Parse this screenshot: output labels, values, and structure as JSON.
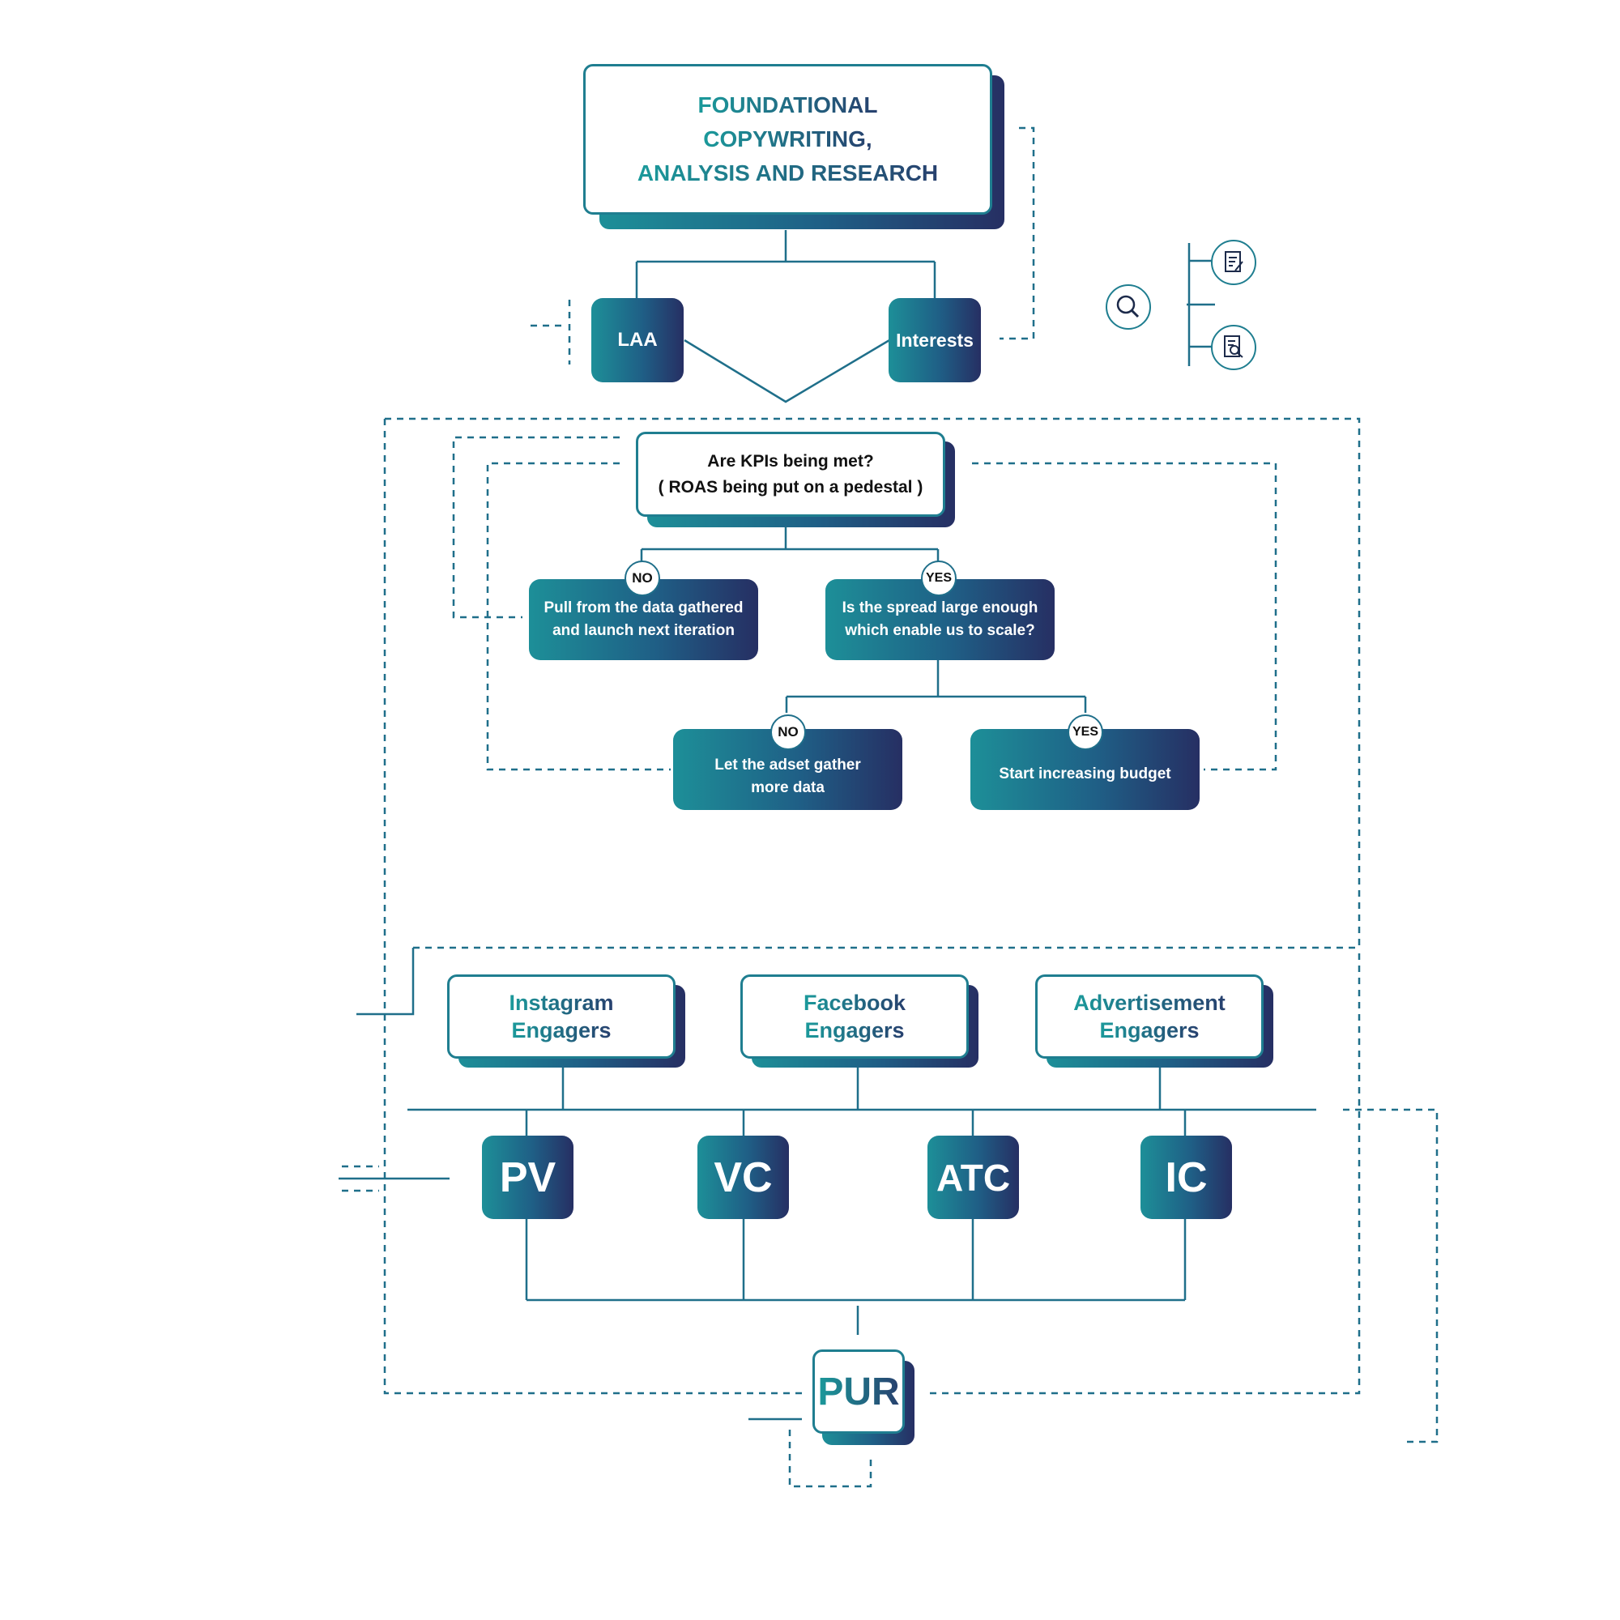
{
  "top": {
    "line1": "FOUNDATIONAL",
    "line2": "COPYWRITING,",
    "line3": "ANALYSIS AND RESEARCH"
  },
  "audiences": {
    "laa": "LAA",
    "interests": "Interests"
  },
  "kpi": {
    "line1": "Are KPIs being met?",
    "line2": "( ROAS being put on a pedestal )"
  },
  "branch1": {
    "no_badge": "NO",
    "no_line1": "Pull from the data gathered",
    "no_line2": "and launch next iteration",
    "yes_badge": "YES",
    "yes_line1": "Is the spread large enough",
    "yes_line2": "which enable us to scale?"
  },
  "branch2": {
    "no_badge": "NO",
    "no_line1": "Let the adset gather",
    "no_line2": "more data",
    "yes_badge": "YES",
    "yes_text": "Start increasing budget"
  },
  "engagers": {
    "instagram_1": "Instagram",
    "instagram_2": "Engagers",
    "facebook_1": "Facebook",
    "facebook_2": "Engagers",
    "ad_1": "Advertisement",
    "ad_2": "Engagers"
  },
  "events": {
    "pv": "PV",
    "vc": "VC",
    "atc": "ATC",
    "ic": "IC",
    "pur": "PUR"
  },
  "icons": [
    "search-icon",
    "document-edit-icon",
    "document-search-icon"
  ],
  "colors": {
    "teal": "#1d8f98",
    "navy": "#262f63",
    "line": "#1f6f8a"
  }
}
